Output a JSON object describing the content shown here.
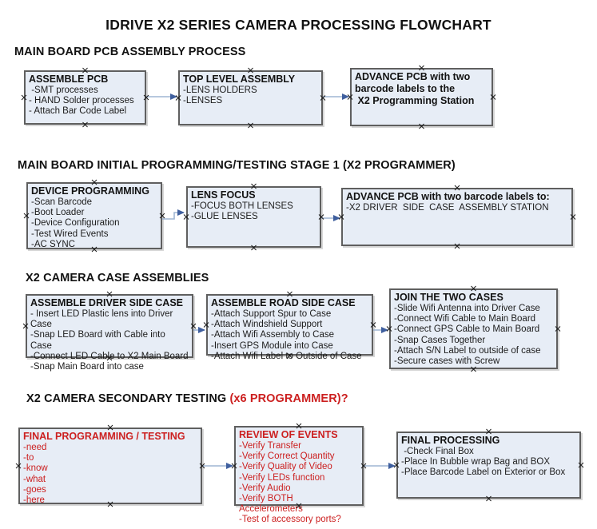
{
  "title": "IDRIVE X2  SERIES CAMERA PROCESSING FLOWCHART",
  "palette": {
    "box_fill": "#e7edf6",
    "box_border": "#5f5f5f",
    "connector_line": "#9fb6d4",
    "connector_arrow": "#3f5f9e",
    "red_text": "#cc2020",
    "black_text": "#121212"
  },
  "icons": {
    "connection_point": "x-mark-icon",
    "connector": "right-arrow-icon"
  },
  "sections": [
    {
      "header": "MAIN BOARD PCB ASSEMBLY PROCESS",
      "boxes": [
        {
          "title": "ASSEMBLE PCB",
          "items": [
            " -SMT processes",
            "- HAND Solder processes",
            "- Attach Bar Code Label"
          ]
        },
        {
          "title": "TOP LEVEL ASSEMBLY",
          "items": [
            "-LENS HOLDERS",
            "-LENSES"
          ]
        },
        {
          "title": "ADVANCE PCB with two\nbarcode labels to the\n X2 Programming Station",
          "items": []
        }
      ]
    },
    {
      "header": "MAIN BOARD INITIAL PROGRAMMING/TESTING STAGE 1 (X2 PROGRAMMER)",
      "boxes": [
        {
          "title": "DEVICE PROGRAMMING",
          "items": [
            "-Scan Barcode",
            "-Boot Loader",
            "-Device Configuration",
            "-Test Wired Events",
            "-AC SYNC"
          ]
        },
        {
          "title": "LENS FOCUS",
          "items": [
            "-FOCUS BOTH LENSES",
            "-GLUE LENSES"
          ]
        },
        {
          "title": "ADVANCE PCB with two barcode labels to:",
          "items": [
            "-X2 DRIVER  SIDE  CASE  ASSEMBLY STATION"
          ]
        }
      ]
    },
    {
      "header": "X2 CAMERA CASE ASSEMBLIES",
      "boxes": [
        {
          "title": "ASSEMBLE DRIVER SIDE CASE",
          "items": [
            "- Insert LED Plastic lens into Driver Case",
            "-Snap LED Board with Cable into Case",
            "-Connect LED Cable to X2 Main Board",
            "-Snap Main Board into case"
          ]
        },
        {
          "title": "ASSEMBLE ROAD SIDE CASE",
          "items": [
            "-Attach Support Spur to Case",
            "-Attach Windshield Support",
            "-Attach Wifi Assembly to Case",
            "-Insert GPS Module into Case",
            "-Attach Wifi Label to Outside of Case"
          ]
        },
        {
          "title": "JOIN THE TWO CASES",
          "items": [
            "-Slide Wifi Antenna into Driver Case",
            "-Connect Wifi Cable to Main Board",
            "-Connect GPS Cable to Main Board",
            "-Snap Cases Together",
            "-Attach S/N Label to outside of case",
            "-Secure cases with Screw"
          ]
        }
      ]
    },
    {
      "header": "X2 CAMERA SECONDARY TESTING",
      "header_suffix": " (x6 PROGRAMMER)?",
      "boxes": [
        {
          "title": "FINAL PROGRAMMING / TESTING",
          "items": [
            "-need",
            "-to",
            "-know",
            "-what",
            "-goes",
            "-here"
          ]
        },
        {
          "title": "REVIEW OF EVENTS",
          "items": [
            "-Verify Transfer",
            "-Verify Correct Quantity",
            "-Verify Quality of Video",
            "-Verify LEDs function",
            "-Verify Audio",
            "-Verify BOTH Accelerometers",
            "-Test of accessory ports?"
          ]
        },
        {
          "title": "FINAL PROCESSING",
          "items": [
            " -Check Final Box",
            "-Place In Bubble wrap Bag and BOX",
            "-Place Barcode Label on Exterior or Box"
          ]
        }
      ]
    }
  ],
  "connections": [
    {
      "from": "ASSEMBLE PCB",
      "to": "TOP LEVEL ASSEMBLY"
    },
    {
      "from": "TOP LEVEL ASSEMBLY",
      "to": "ADVANCE PCB with two barcode labels to the X2 Programming Station"
    },
    {
      "from": "DEVICE PROGRAMMING",
      "to": "LENS FOCUS"
    },
    {
      "from": "LENS FOCUS",
      "to": "ADVANCE PCB with two barcode labels to: X2 DRIVER SIDE CASE ASSEMBLY STATION"
    },
    {
      "from": "ASSEMBLE DRIVER SIDE CASE",
      "to": "ASSEMBLE ROAD SIDE CASE"
    },
    {
      "from": "ASSEMBLE ROAD SIDE CASE",
      "to": "JOIN THE TWO CASES"
    },
    {
      "from": "FINAL PROGRAMMING / TESTING",
      "to": "REVIEW OF EVENTS"
    },
    {
      "from": "REVIEW OF EVENTS",
      "to": "FINAL PROCESSING"
    }
  ]
}
